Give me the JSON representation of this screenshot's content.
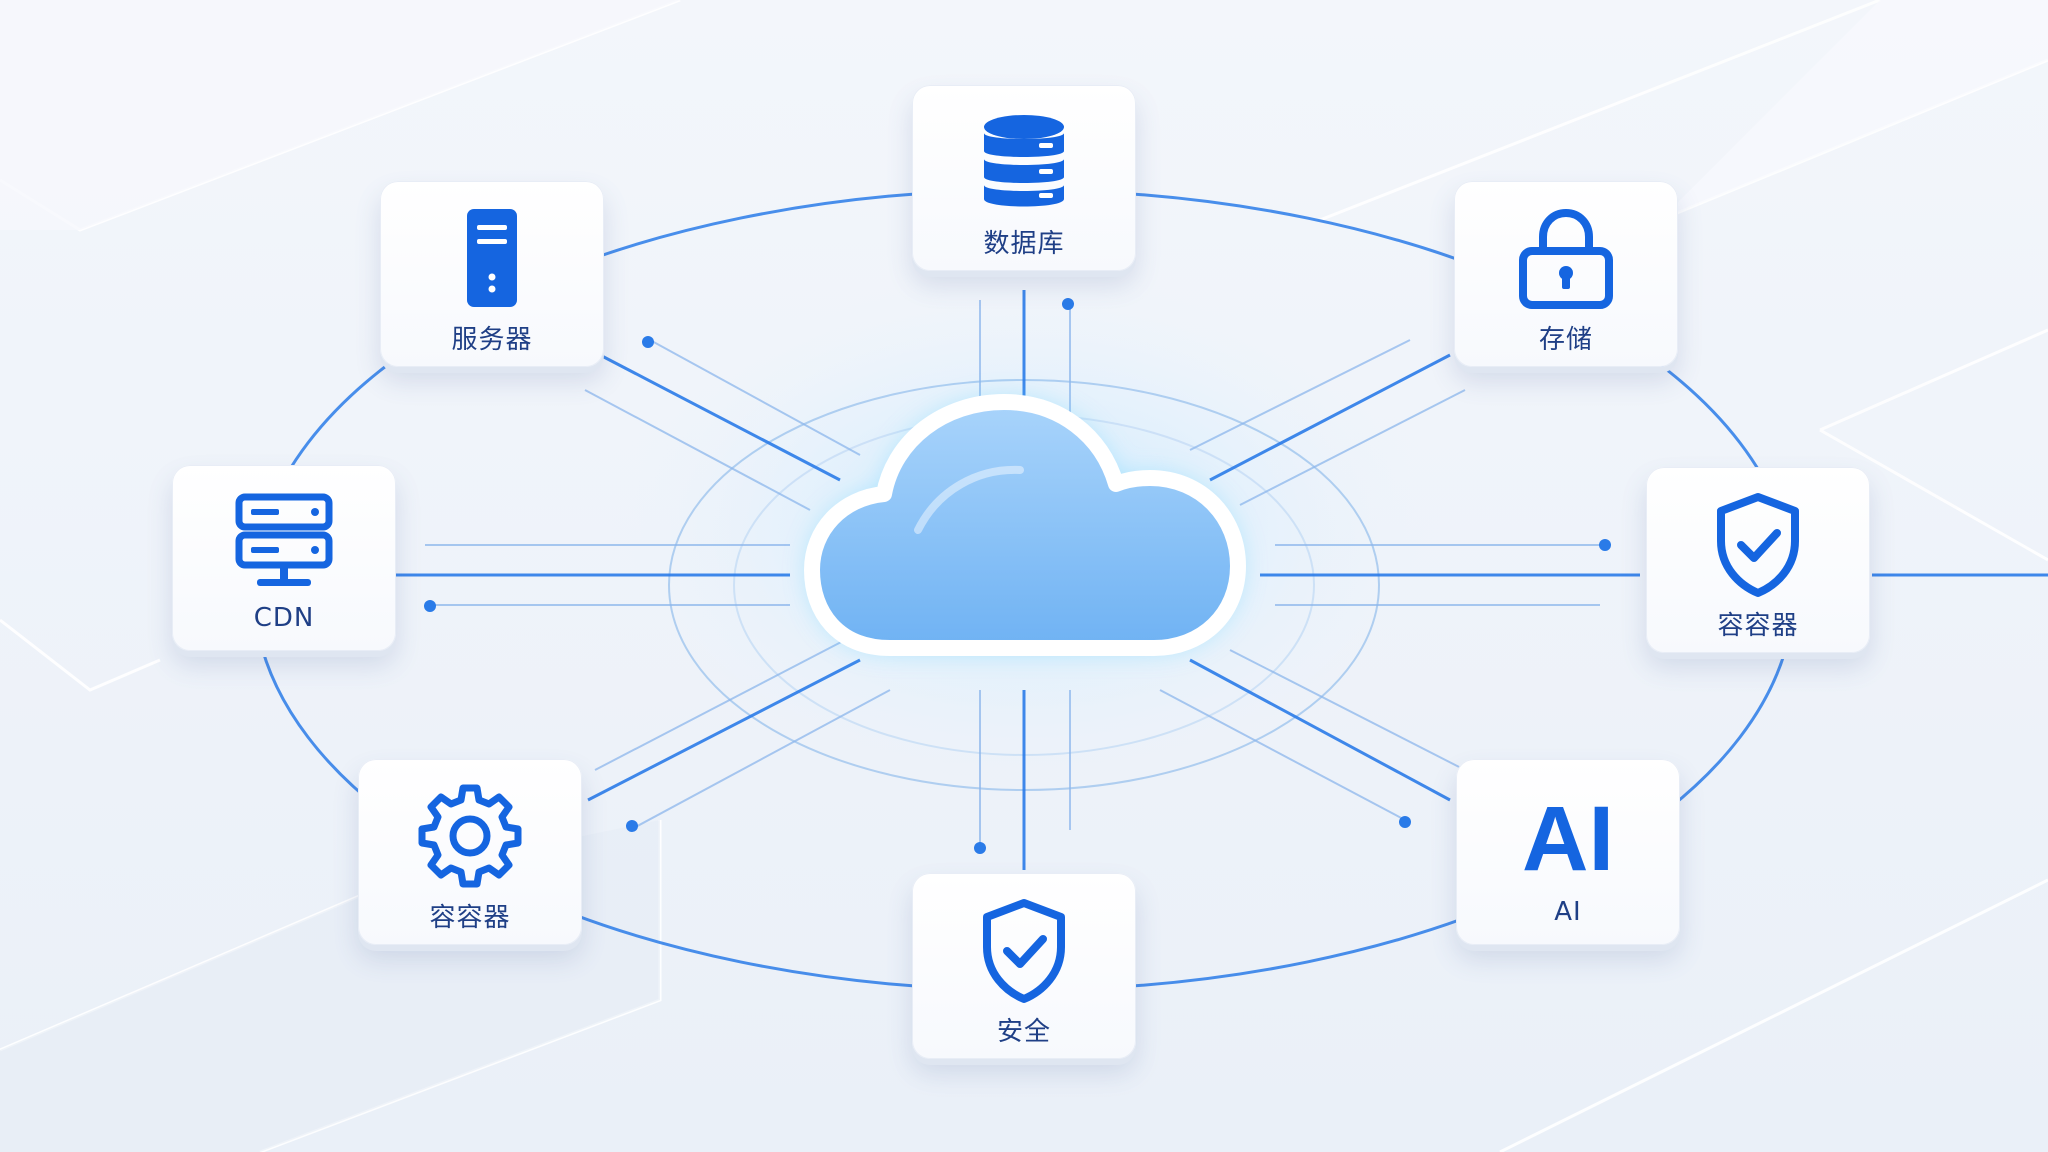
{
  "diagram": {
    "hub": {
      "icon": "cloud-icon"
    },
    "nodes": [
      {
        "id": "database",
        "label": "数据库",
        "icon": "database-icon"
      },
      {
        "id": "server",
        "label": "服务器",
        "icon": "server-icon"
      },
      {
        "id": "storage",
        "label": "存储",
        "icon": "lock-icon"
      },
      {
        "id": "cdn",
        "label": "CDN",
        "icon": "network-server-icon"
      },
      {
        "id": "container-right",
        "label": "容容器",
        "icon": "shield-check-icon"
      },
      {
        "id": "container-left",
        "label": "容容器",
        "icon": "gear-icon"
      },
      {
        "id": "ai",
        "label": "AI",
        "icon": "ai-text-icon",
        "icon_text": "AI"
      },
      {
        "id": "security",
        "label": "安全",
        "icon": "shield-check-icon"
      }
    ],
    "colors": {
      "accent": "#1565e0",
      "line": "#2a7be8",
      "label": "#1f3f86",
      "cloud_fill": "#8fc3f6",
      "cloud_glow": "#5fd2ff",
      "tile": "#ffffff"
    }
  }
}
